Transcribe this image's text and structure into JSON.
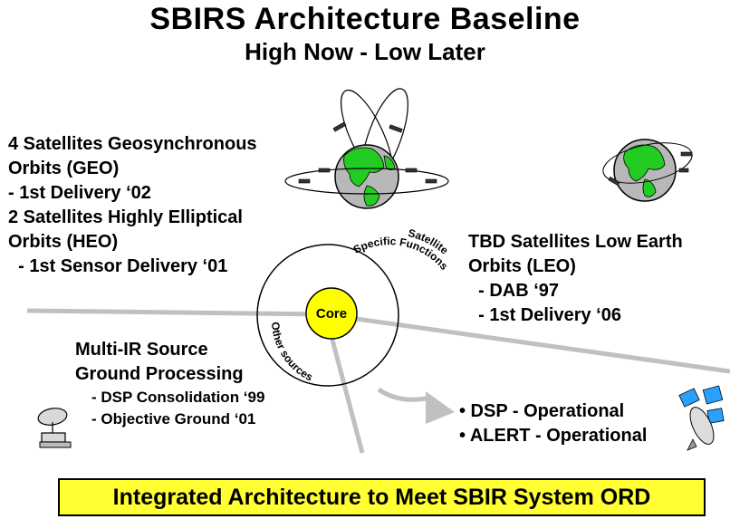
{
  "header": {
    "title": "SBIRS Architecture Baseline",
    "subtitle": "High Now - Low Later"
  },
  "geo_heo": {
    "lines": [
      "4 Satellites Geosynchronous",
      "Orbits (GEO)",
      "- 1st Delivery ‘02",
      "2 Satellites Highly Elliptical",
      "Orbits (HEO)",
      "  - 1st Sensor Delivery ‘01"
    ]
  },
  "leo": {
    "lines": [
      "TBD Satellites Low Earth",
      "Orbits (LEO)",
      "  - DAB ‘97",
      "  - 1st Delivery ‘06"
    ]
  },
  "ground": {
    "heading": [
      "Multi-IR Source",
      "Ground Processing"
    ],
    "items": [
      "- DSP Consolidation ‘99",
      "- Objective Ground ‘01"
    ]
  },
  "operational": {
    "items": [
      "• DSP - Operational",
      "• ALERT - Operational"
    ]
  },
  "core": {
    "label": "Core",
    "arc_satellite": "Satellite",
    "arc_specific": "Specific Functions",
    "arc_other": "Other sources"
  },
  "footer": {
    "banner": "Integrated Architecture to Meet SBIR System ORD"
  },
  "colors": {
    "core_fill": "#ffff00",
    "banner_fill": "#ffff33",
    "land": "#22cc22",
    "ocean": "#b8b8b8",
    "lines": "#c0c0c0"
  },
  "icons": [
    "geo-globe-icon",
    "leo-globe-icon",
    "satellite-icon",
    "ground-station-icon",
    "dsp-satellite-icon"
  ]
}
